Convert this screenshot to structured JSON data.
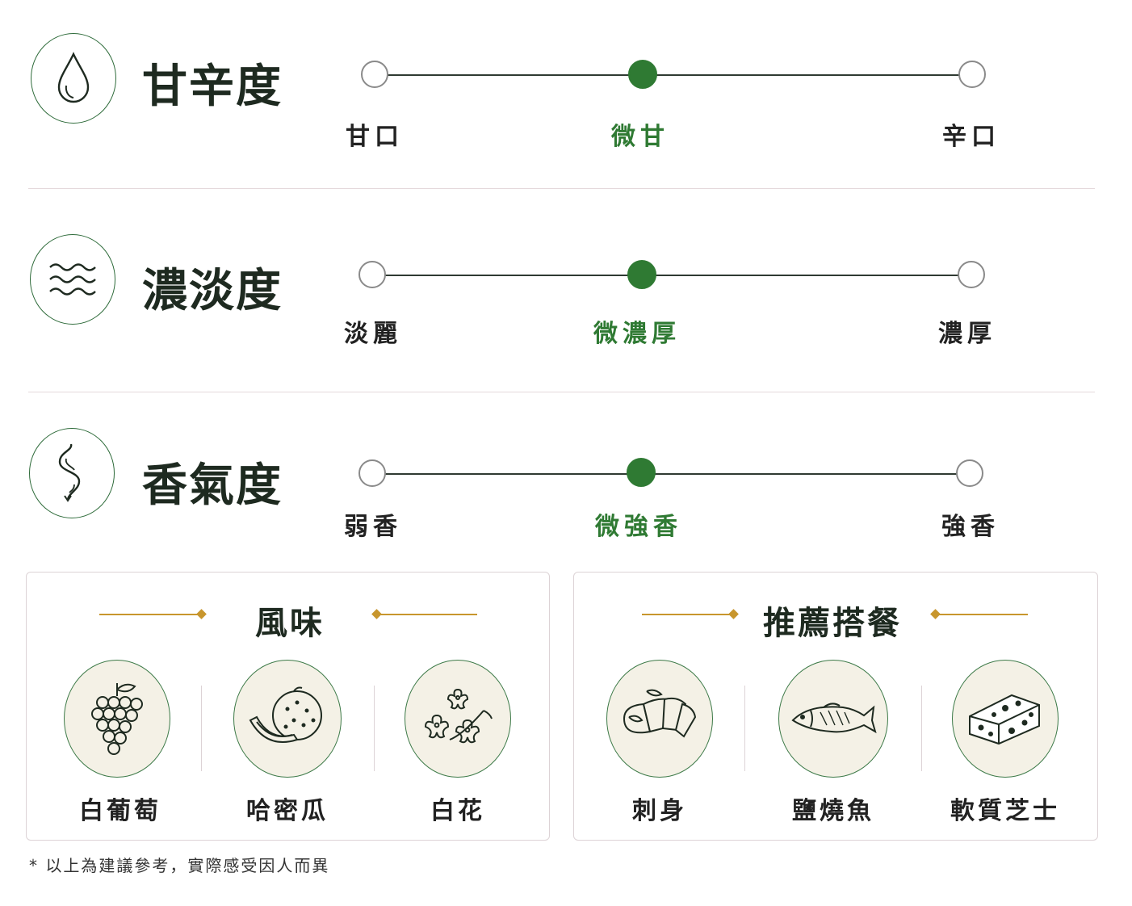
{
  "scales": [
    {
      "title": "甘辛度",
      "icon": "water-drop-icon",
      "labels": [
        "甘口",
        "微甘",
        "辛口"
      ],
      "selected_index": 1
    },
    {
      "title": "濃淡度",
      "icon": "waves-icon",
      "labels": [
        "淡麗",
        "微濃厚",
        "濃厚"
      ],
      "selected_index": 1
    },
    {
      "title": "香氣度",
      "icon": "aroma-swirl-icon",
      "labels": [
        "弱香",
        "微強香",
        "強香"
      ],
      "selected_index": 1
    }
  ],
  "flavor": {
    "title": "風味",
    "items": [
      {
        "label": "白葡萄",
        "icon": "grapes-icon"
      },
      {
        "label": "哈密瓜",
        "icon": "melon-icon"
      },
      {
        "label": "白花",
        "icon": "white-flower-icon"
      }
    ]
  },
  "pairing": {
    "title": "推薦搭餐",
    "items": [
      {
        "label": "刺身",
        "icon": "sashimi-icon"
      },
      {
        "label": "鹽燒魚",
        "icon": "grilled-fish-icon"
      },
      {
        "label": "軟質芝士",
        "icon": "soft-cheese-icon"
      }
    ]
  },
  "footnote": "* 以上為建議參考，實際感受因人而異",
  "colors": {
    "accent_green": "#2f7a33",
    "gold": "#c8962d",
    "icon_bg": "#f4f1e6"
  }
}
